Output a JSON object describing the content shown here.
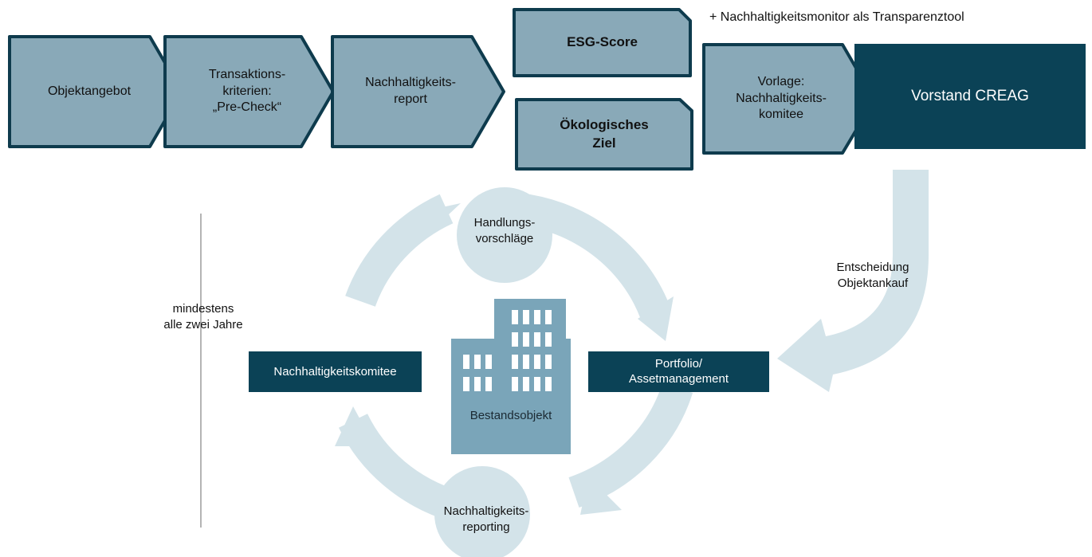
{
  "colors": {
    "arrow_fill": "#89a9b8",
    "arrow_stroke": "#0e3b4d",
    "dark_box": "#0b4256",
    "cycle": "#d3e3e9",
    "building": "#7aa5b9",
    "divider": "#9b9b9b"
  },
  "process": {
    "step1": "Objektangebot",
    "step2_line1": "Transaktions-",
    "step2_line2": "kriterien:",
    "step2_line3": "„Pre-Check“",
    "step3_line1": "Nachhaltigkeits-",
    "step3_line2": "report",
    "esg_score": "ESG-Score",
    "eco_line1": "Ökologisches",
    "eco_line2": "Ziel",
    "vorlage_line1": "Vorlage:",
    "vorlage_line2": "Nachhaltigkeits-",
    "vorlage_line3": "komitee",
    "board": "Vorstand CREAG",
    "monitor_note": "+ Nachhaltigkeitsmonitor als Transparenztool"
  },
  "cycle": {
    "top_line1": "Handlungs-",
    "top_line2": "vorschläge",
    "bottom_line1": "Nachhaltigkeits-",
    "bottom_line2": "reporting",
    "left_box": "Nachhaltigkeitskomitee",
    "right_box_line1": "Portfolio/",
    "right_box_line2": "Assetmanagement",
    "center": "Bestandsobjekt"
  },
  "side": {
    "freq_line1": "mindestens",
    "freq_line2": "alle zwei Jahre",
    "decision_line1": "Entscheidung",
    "decision_line2": "Objektankauf"
  }
}
